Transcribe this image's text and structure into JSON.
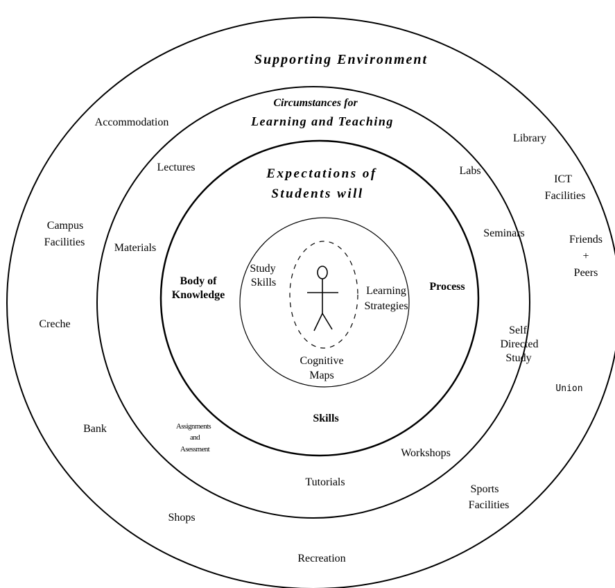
{
  "rings": {
    "outer": {
      "title": "Supporting Environment"
    },
    "middle": {
      "title_line1": "Circumstances for",
      "title_line2": "Learning and Teaching"
    },
    "inner": {
      "title_line1": "Expectations of",
      "title_line2": "Students will"
    }
  },
  "outer_labels": {
    "accommodation": "Accommodation",
    "library": "Library",
    "ict_line1": "ICT",
    "ict_line2": "Facilities",
    "campus_line1": "Campus",
    "campus_line2": "Facilities",
    "friends_line1": "Friends",
    "friends_line2": "+",
    "friends_line3": "Peers",
    "creche": "Creche",
    "union": "Union",
    "bank": "Bank",
    "sports_line1": "Sports",
    "sports_line2": "Facilities",
    "shops": "Shops",
    "recreation": "Recreation"
  },
  "middle_labels": {
    "lectures": "Lectures",
    "labs": "Labs",
    "materials": "Materials",
    "seminars": "Seminars",
    "self_line1": "Self",
    "self_line2": "Directed",
    "self_line3": "Study",
    "assign_line1": "Assignments",
    "assign_line2": "and",
    "assign_line3": "Asessment",
    "workshops": "Workshops",
    "tutorials": "Tutorials"
  },
  "inner_labels": {
    "body_line1": "Body of",
    "body_line2": "Knowledge",
    "process": "Process",
    "skills": "Skills"
  },
  "core_labels": {
    "study_line1": "Study",
    "study_line2": "Skills",
    "learning_line1": "Learning",
    "learning_line2": "Strategies",
    "cognitive_line1": "Cognitive",
    "cognitive_line2": "Maps"
  }
}
